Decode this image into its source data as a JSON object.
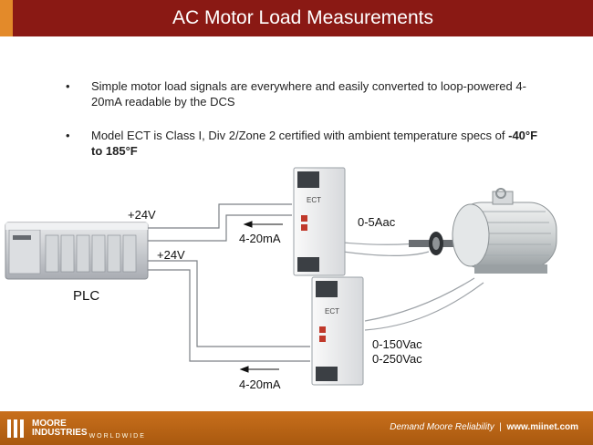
{
  "slide": {
    "title": "AC Motor Load Measurements",
    "bullets": [
      {
        "marker": "•",
        "text": "Simple motor load signals are everywhere and easily converted to loop-powered 4-20mA readable by the DCS",
        "bold": ""
      },
      {
        "marker": "•",
        "text": "Model ECT is Class I, Div 2/Zone 2 certified with ambient temperature specs of ",
        "bold": "-40°F to 185°F"
      }
    ]
  },
  "diagram": {
    "plc_label": "PLC",
    "top_supply": "+24V",
    "top_output": "4-20mA",
    "top_input": "0-5Aac",
    "bottom_supply": "+24V",
    "bottom_output": "4-20mA",
    "bottom_input_1": "0-150Vac",
    "bottom_input_2": "0-250Vac",
    "transmitter_text": "ECT"
  },
  "footer": {
    "logo_line1": "MOORE",
    "logo_line2": "INDUSTRIES",
    "logo_sub": "WORLDWIDE",
    "tagline": "Demand Moore Reliability",
    "separator": "|",
    "url": "www.miinet.com"
  },
  "colors": {
    "title_bar": "#8a1914",
    "accent": "#e38a2a",
    "footer": "#b5621a"
  }
}
